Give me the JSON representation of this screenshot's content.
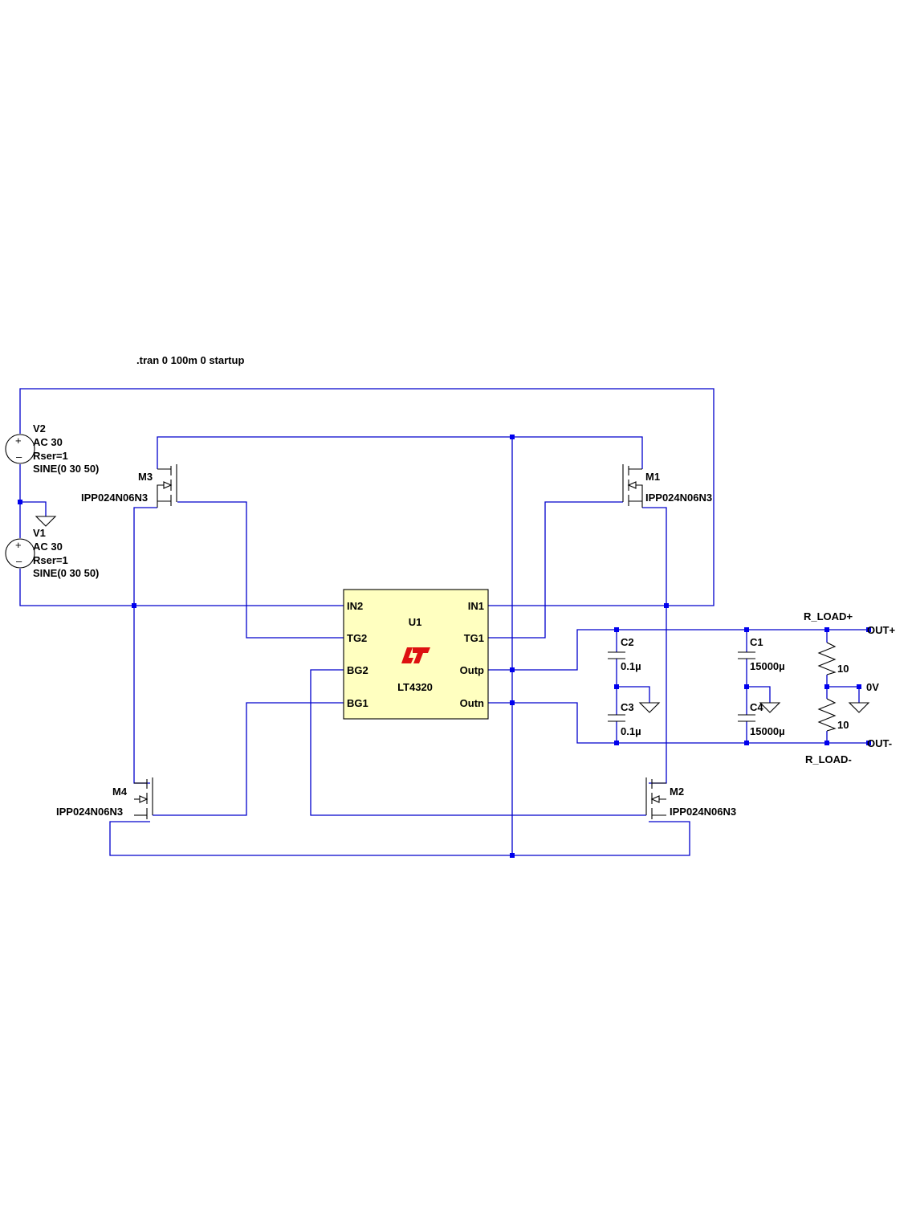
{
  "directive": ".tran 0 100m 0 startup",
  "colors": {
    "wire": "#0000cc",
    "junction": "#0000ee",
    "ic_fill": "#ffffc0",
    "logo": "#dd1111"
  },
  "sources": [
    {
      "ref": "V2",
      "lines": [
        "AC 30",
        "Rser=1",
        "SINE(0 30 50)"
      ]
    },
    {
      "ref": "V1",
      "lines": [
        "AC 30",
        "Rser=1",
        "SINE(0 30 50)"
      ]
    }
  ],
  "mosfets": [
    {
      "ref": "M3",
      "model": "IPP024N06N3"
    },
    {
      "ref": "M1",
      "model": "IPP024N06N3"
    },
    {
      "ref": "M4",
      "model": "IPP024N06N3"
    },
    {
      "ref": "M2",
      "model": "IPP024N06N3"
    }
  ],
  "ic": {
    "ref": "U1",
    "part": "LT4320",
    "logo_icon": "linear-technology-logo",
    "pins_left": [
      "IN2",
      "TG2",
      "BG2",
      "BG1"
    ],
    "pins_right": [
      "IN1",
      "TG1",
      "Outp",
      "Outn"
    ]
  },
  "capacitors": [
    {
      "ref": "C2",
      "value": "0.1µ"
    },
    {
      "ref": "C3",
      "value": "0.1µ"
    },
    {
      "ref": "C1",
      "value": "15000µ"
    },
    {
      "ref": "C4",
      "value": "15000µ"
    }
  ],
  "resistors": [
    {
      "ref": "R_LOAD+",
      "value": "10"
    },
    {
      "ref": "R_LOAD-",
      "value": "10"
    }
  ],
  "net_labels": {
    "out_pos": "OUT+",
    "zero": "0V",
    "out_neg": "OUT-"
  }
}
